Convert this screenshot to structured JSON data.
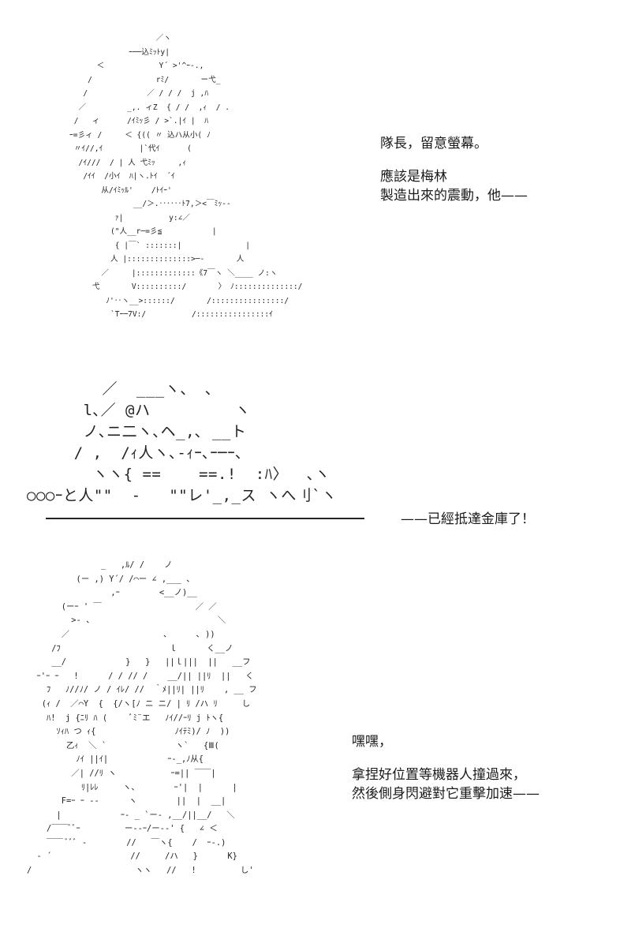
{
  "panels": [
    {
      "art_lines": [
        "                   ／ヽ",
        "             ｰ──込ﾐｯﾄy|",
        "      ＜            Y´ >'^ｰ-.,",
        "    /              rﾐ/       ー弋_",
        "   /             ／ / / /  j ,ﾊ",
        "  ／         _,. ィZ  { / /  ,ｨ  / .",
        " /   ィ      /ｲﾐｯ彡 / >`.|ｲ |  ﾊ",
        "ｰ=彡ィ /     ＜ {(( 〃 込ハ从小( ﾉ",
        " 〃ｲ//,ｲ        |`代ｲ      (",
        "  /ｲ///  / | 人 弋ﾐｯ     ,ｨ",
        "   /ｲｲ  /小ｲ  ﾊ|ヽ.ﾄｲ  ´ｲ",
        "       从/ｲﾐｯﾙ'    /ﾄｲｰ'",
        "              __/＞.‥‥‥ﾄ7,＞<￣ﾐｯ‐-",
        "          ｧ|          y:∠／",
        "         (\"人__r─=彡≦           |",
        "          { |￣` :::::::|              |",
        "         人 |::::::::::::::>─‐       人",
        "       ／     |:::::::::::::《7￣ヽ ＼____ ノ:ヽ",
        "     弋       V::::::::::/       〉 ﾉ::::::::::::::/",
        "        ﾉ'‥ヽ__>::::::/       /::::::::::::::::/",
        "         `Tｰ─7V:/          /::::::::::::::::ｲ"
      ],
      "dialogue": {
        "line1": "隊長，留意螢幕。",
        "line2": "應該是梅林",
        "line3": "製造出來的震動，他——"
      }
    },
    {
      "art_lines": [
        "        ／  ___ヽ、 、",
        "      l､／ @ハ         ヽ",
        "      ノ､ニ二ヽ､ヘ_,､ __ト",
        "     / ,  /ｨ人ヽ､-ｨｰ､ｰ─ｰ､",
        "       ヽヽ{ ==    ==.!  :ﾊ〉  ､ヽ",
        "○○○ｰと人\"\"  -   \"\"レ'_,_ス ヽへ刂`ヽ"
      ],
      "dialogue": {
        "line1": "——已經抵達金庫了！"
      }
    },
    {
      "art_lines": [
        "               _   ,ﾙ/ /    ノ",
        "          (ー ,) Y´/ /⌒ー ∠ ,___ 、",
        "                 ,ｰ        <__ノ)__",
        "       (ーｰ ' ￣                   ／ ／",
        "         >- 、                         ＼",
        "       ／                   、     ､ ))",
        "     /ﾌ                      ｌ      く__ノ",
        "     __/            }   }   ||ｌ|||  ||   __フ",
        "  ｰ'ｰ ｰ   !      / / // /    __/|| ||ﾘ  ||   く",
        "    ﾌ   ﾉ//ﾉ/ ノ / ｲﾚ/ //  ｀ﾒ||ﾘ| ||ﾘ    , __ フ",
        "   (ｨ /  ／⌒Y  {  {/ヽ[ﾉ ニ ニ/ | ﾘ /ハ ﾘ     し",
        "    ﾊ!  j {ﾆﾘ ﾊ (     ﾞﾐ¨エ   ﾉｲ//ｰﾘ j ﾄヽ{",
        "      ｿｨﾊ つ ｨ{                ﾉｲﾃﾐ)/ ﾉ  ))",
        "        乙ｨ  ＼ `              ヽ`   {Ⅲ(",
        "          ﾉｲ ||ｲ|            ｰ-_,ﾉ从{",
        "         ／| //ﾘ ヽ           ｰ=|| ￣￣|",
        "           ﾘ|ﾚﾚ     ヽ、       ｰ'|  |      |",
        "       F=ｰ ｰ --      ヽ        ||  |  __|",
        "      |            ｰ- _ `ー- ,__/||__/   ＼",
        "    /￣￣ﾞﾞｰ         ー-‐ｰ/ー--' {   ∠ ＜",
        "    ￣￣ ﾞﾞﾞ -        //   ￣ヽ{    /  ｰ-.)",
        "  - ´                //     /ハ   }      K}",
        "/                     ヽヽ   //   !         し'"
      ],
      "dialogue": {
        "line1": "嘿嘿，",
        "line2": "拿捏好位置等機器人撞過來，",
        "line3": "然後側身閃避對它重擊加速——"
      }
    }
  ]
}
